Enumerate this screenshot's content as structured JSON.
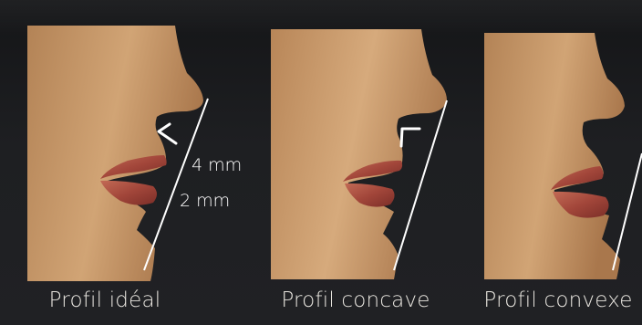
{
  "panels": [
    {
      "caption": "Profil idéal"
    },
    {
      "caption": "Profil concave"
    },
    {
      "caption": "Profil convexe"
    }
  ],
  "annotations": {
    "upper": "4 mm",
    "lower": "2 mm"
  },
  "colors": {
    "background": "#1e1f22",
    "skin": "#c89a6a",
    "lip": "#a2463a",
    "line": "#ffffff",
    "caption": "#e9e6e0"
  }
}
